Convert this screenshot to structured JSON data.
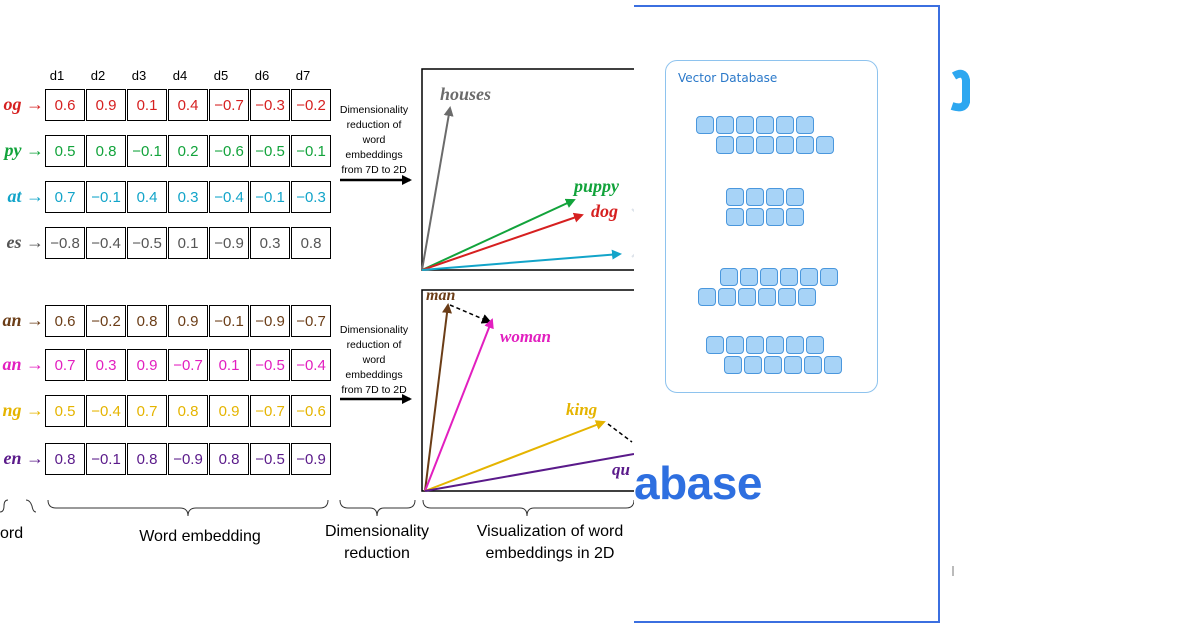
{
  "dimensions": [
    "d1",
    "d2",
    "d3",
    "d4",
    "d5",
    "d6",
    "d7"
  ],
  "group1": {
    "rows": [
      {
        "label": "og →",
        "color": "#d62020",
        "values": [
          "0.6",
          "0.9",
          "0.1",
          "0.4",
          "−0.7",
          "−0.3",
          "−0.2"
        ]
      },
      {
        "label": "py →",
        "color": "#12a33b",
        "values": [
          "0.5",
          "0.8",
          "−0.1",
          "0.2",
          "−0.6",
          "−0.5",
          "−0.1"
        ]
      },
      {
        "label": "at →",
        "color": "#12a4c9",
        "values": [
          "0.7",
          "−0.1",
          "0.4",
          "0.3",
          "−0.4",
          "−0.1",
          "−0.3"
        ]
      },
      {
        "label": "es →",
        "color": "#555555",
        "values": [
          "−0.8",
          "−0.4",
          "−0.5",
          "0.1",
          "−0.9",
          "0.3",
          "0.8"
        ]
      }
    ]
  },
  "group2": {
    "rows": [
      {
        "label": "an →",
        "color": "#6b3d17",
        "values": [
          "0.6",
          "−0.2",
          "0.8",
          "0.9",
          "−0.1",
          "−0.9",
          "−0.7"
        ]
      },
      {
        "label": "an →",
        "color": "#e21fbf",
        "values": [
          "0.7",
          "0.3",
          "0.9",
          "−0.7",
          "0.1",
          "−0.5",
          "−0.4"
        ]
      },
      {
        "label": "ng →",
        "color": "#e5b400",
        "values": [
          "0.5",
          "−0.4",
          "0.7",
          "0.8",
          "0.9",
          "−0.7",
          "−0.6"
        ]
      },
      {
        "label": "en →",
        "color": "#5a1a8a",
        "values": [
          "0.8",
          "−0.1",
          "0.8",
          "−0.9",
          "0.8",
          "−0.5",
          "−0.9"
        ]
      }
    ]
  },
  "dim_reduction_text": [
    "Dimensionality",
    "reduction of",
    "word",
    "embeddings",
    "from 7D to 2D"
  ],
  "plot1_labels": {
    "houses": "houses",
    "houses_color": "#6b6b6b",
    "puppy": "puppy",
    "puppy_color": "#12a33b",
    "dog": "dog",
    "dog_color": "#d62020",
    "cat_color": "#12a4c9"
  },
  "plot2_labels": {
    "man": "man",
    "man_color": "#6b3d17",
    "woman": "woman",
    "woman_color": "#e21fbf",
    "king": "king",
    "king_color": "#e5b400",
    "queen": "qu",
    "queen_color": "#5a1a8a"
  },
  "captions": {
    "word": "ord",
    "embedding": "Word embedding",
    "dimred_line1": "Dimensionality",
    "dimred_line2": "reduction",
    "viz_line1": "Visualization of word",
    "viz_line2": "embeddings  in 2D"
  },
  "vector_db": {
    "title": "Vector Database",
    "wordmark": "abase",
    "accent": "#2e6fe0"
  }
}
